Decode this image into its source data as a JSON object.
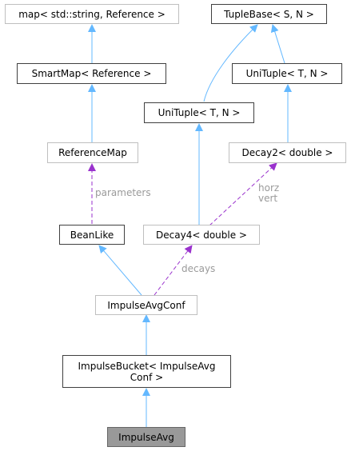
{
  "nodes": {
    "map_string_reference": "map< std::string, Reference >",
    "tuplebase": "TupleBase< S, N >",
    "smartmap": "SmartMap< Reference >",
    "unituple_right": "UniTuple< T, N >",
    "unituple_mid": "UniTuple< T, N >",
    "referencemap": "ReferenceMap",
    "decay2": "Decay2< double >",
    "beanlike": "BeanLike",
    "decay4": "Decay4< double >",
    "impulseavgconf": "ImpulseAvgConf",
    "impulsebucket_line1": "ImpulseBucket< ImpulseAvg",
    "impulsebucket_line2": "Conf >",
    "impulseavg": "ImpulseAvg"
  },
  "edge_labels": {
    "parameters": "parameters",
    "horz": "horz",
    "vert": "vert",
    "decays": "decays"
  },
  "colors": {
    "inheritance": "#63b8ff",
    "usage": "#9a32cd",
    "label": "#9a9a9a"
  }
}
